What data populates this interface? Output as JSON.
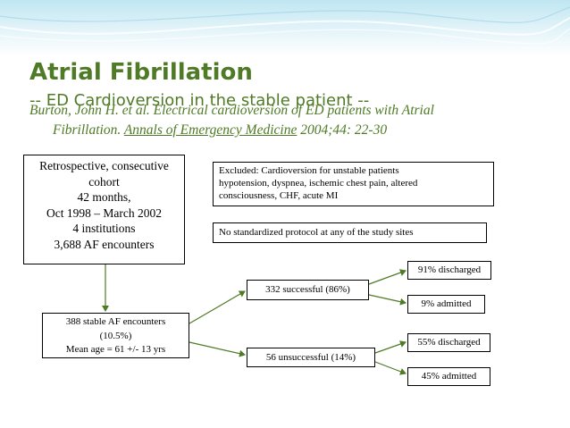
{
  "slide": {
    "title": "Atrial Fibrillation",
    "subtitle": "-- ED Cardioversion in the stable patient --",
    "citation": {
      "authors": "Burton, John H. et al.  Electrical cardioversion of ED patients with Atrial",
      "cont": "Fibrillation.  ",
      "journal": "Annals of Emergency Medicine",
      "tail": " 2004;44:  22-30"
    }
  },
  "flowchart": {
    "cohort_lines": [
      "Retrospective, consecutive",
      "cohort",
      "42 months,",
      "Oct 1998 – March 2002",
      "4 institutions",
      "3,688 AF encounters"
    ],
    "excluded_lines": [
      "Excluded:  Cardioversion for unstable patients",
      "hypotension, dyspnea, ischemic chest pain, altered",
      "consciousness, CHF, acute MI"
    ],
    "protocol": "No standardized protocol at any of the study sites",
    "stable_lines": [
      "388 stable AF encounters",
      "(10.5%)",
      "Mean age = 61 +/- 13 yrs"
    ],
    "successful": "332 successful (86%)",
    "unsuccessful": "56 unsuccessful (14%)",
    "outcome_91": "91% discharged",
    "outcome_9": "9% admitted",
    "outcome_55": "55% discharged",
    "outcome_45": "45% admitted"
  },
  "colors": {
    "title_green": "#4f7a26",
    "connector_green": "#4f7a26",
    "header_blue": "#bfe6f1"
  }
}
